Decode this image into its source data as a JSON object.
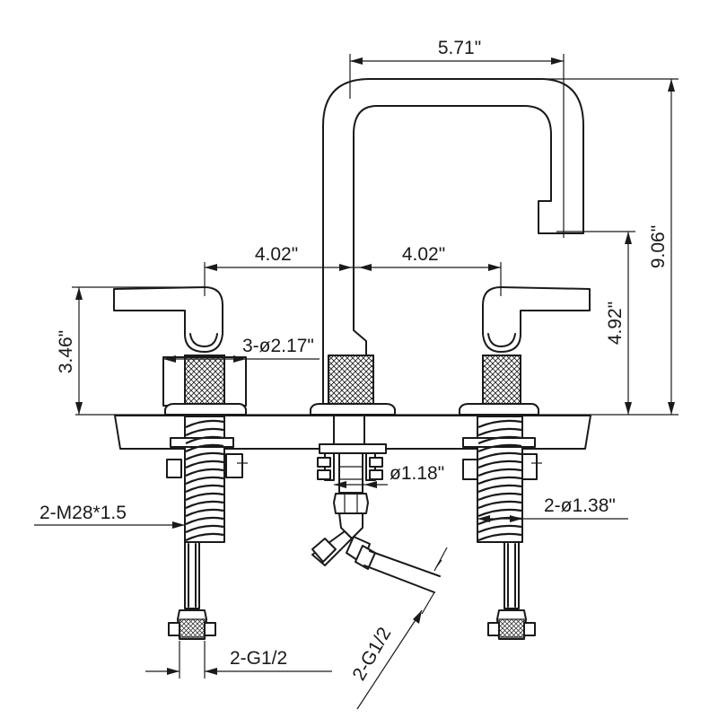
{
  "diagram": {
    "colors": {
      "line": "#1a1a1a",
      "background": "#ffffff"
    },
    "dimensions": {
      "spout_reach": "5.71\"",
      "total_height": "9.06\"",
      "spout_height": "4.92\"",
      "left_spacing": "4.02\"",
      "right_spacing": "4.02\"",
      "handle_height": "3.46\"",
      "base_diameter": "3-ø2.17\"",
      "spout_shank": "ø1.18\"",
      "handle_shank": "2-ø1.38\"",
      "thread_spec": "2-M28*1.5",
      "inlet_left": "2-G1/2",
      "inlet_right": "2-G1/2"
    }
  }
}
